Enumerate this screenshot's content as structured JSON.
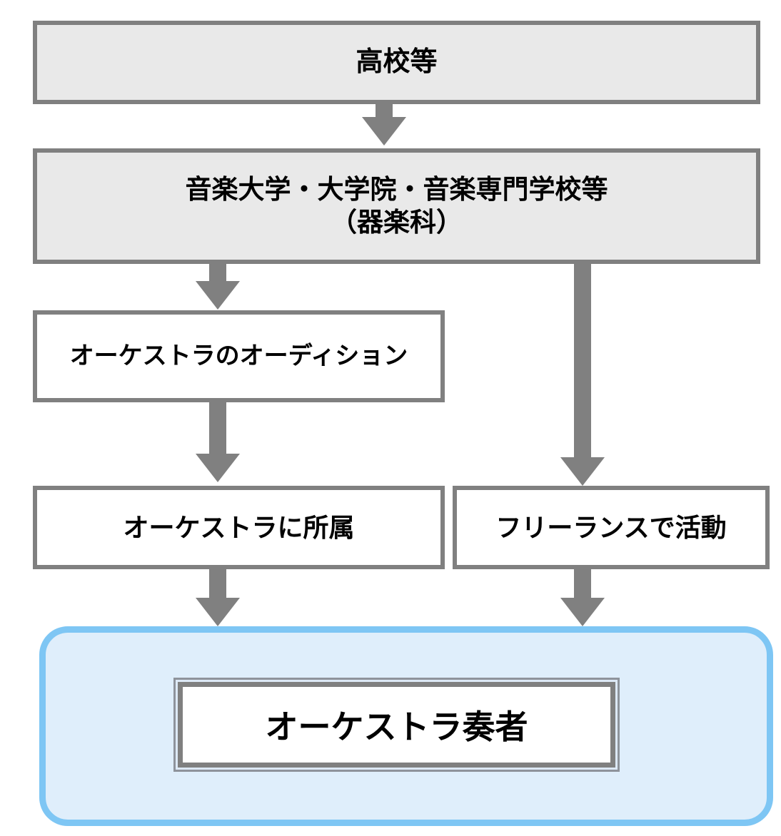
{
  "diagram": {
    "title": "orchestra-player-career-path-flowchart",
    "colors": {
      "box_border_gray": "#808080",
      "box_fill_gray": "#e9e9e9",
      "box_fill_white": "#ffffff",
      "arrow_gray": "#808080",
      "highlight_border_blue": "#7ec6f4",
      "highlight_fill_blue": "#dfeefb",
      "text_black": "#000000"
    },
    "nodes": {
      "high_school": {
        "label": "高校等"
      },
      "music_university": {
        "label_line1": "音楽大学・大学院・音楽専門学校等",
        "label_line2": "（器楽科）"
      },
      "orchestra_audition": {
        "label": "オーケストラのオーディション"
      },
      "orchestra_member": {
        "label": "オーケストラに所属"
      },
      "freelance": {
        "label": "フリーランスで活動"
      },
      "orchestra_player": {
        "label": "オーケストラ奏者"
      }
    }
  }
}
